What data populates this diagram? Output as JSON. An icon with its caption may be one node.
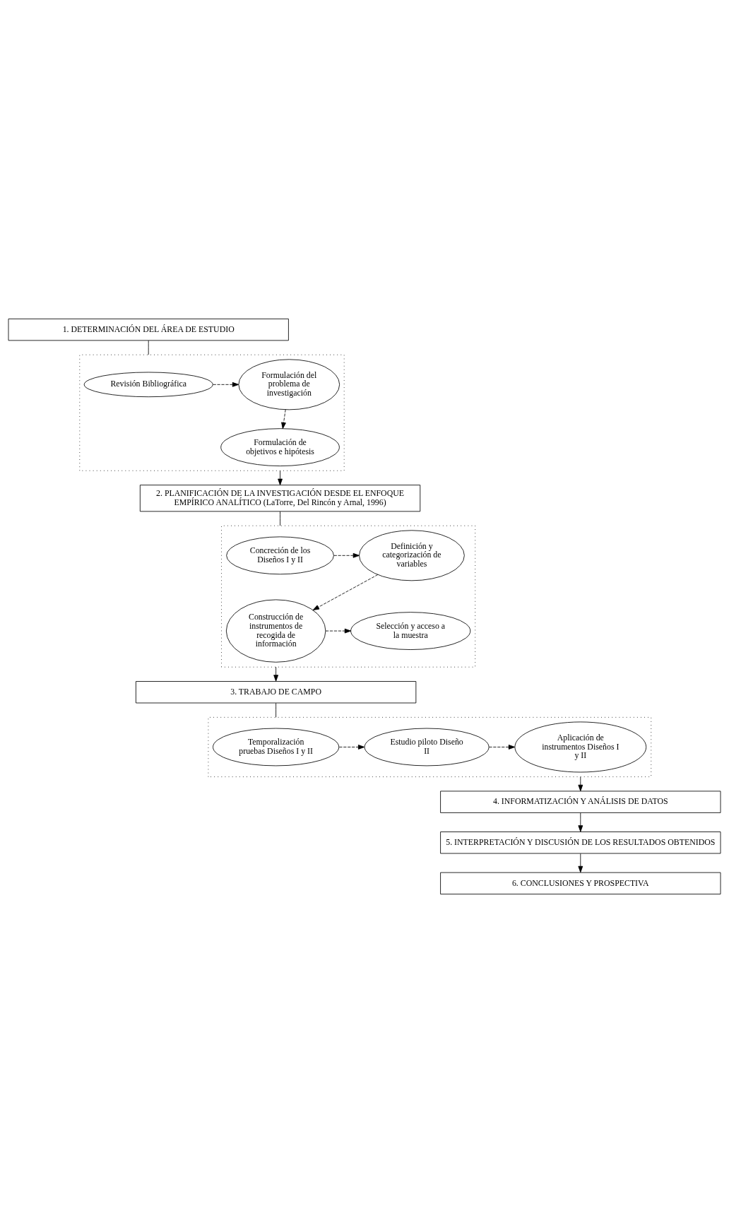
{
  "diagram": {
    "nodes": [
      {
        "text": [
          "1. DETERMINACIÓN DEL ÁREA DE ESTUDIO"
        ]
      },
      {
        "text": [],
        "shape": "box"
      },
      {
        "text": [
          "Revisión Bibliográfica"
        ],
        "in": 1
      },
      {
        "text": [
          "Formulación del problema de investigación"
        ],
        "in": 1
      },
      {
        "text": [
          "Formulación de objetivos e hipótesis"
        ],
        "in": 1
      },
      {
        "text": [
          "2. PLANIFICACIÓN DE LA INVESTIGACIÓN DESDE EL ENFOQUE EMPÍRICO ANALÍTICO (LaTorre, Del Rincón y Arnal, 1996)"
        ]
      },
      {
        "text": [],
        "shape": "box"
      },
      {
        "text": [
          "Concreción de los Diseños I y II"
        ],
        "in": 6
      },
      {
        "text": [
          "Definición y categorización de variables"
        ],
        "in": 6
      },
      {
        "text": [
          "Selección y acceso a la muestra"
        ],
        "in": 6
      },
      {
        "text": [
          "Construcción de instrumentos de recogida de información"
        ],
        "in": 6
      },
      {
        "text": [
          "3. TRABAJO DE CAMPO"
        ]
      },
      {
        "text": [],
        "shape": "box"
      },
      {
        "text": [
          "Temporalización pruebas Diseños I y II"
        ],
        "in": 12
      },
      {
        "text": [
          "Estudio piloto Diseño II"
        ],
        "in": 12
      },
      {
        "text": [
          "Aplicación de instrumentos Diseños I y II"
        ],
        "in": 12
      },
      {
        "text": [
          "4. INFORMATIZACIÓN Y ANÁLISIS DE DATOS"
        ]
      },
      {
        "text": [
          "5. INTERPRETACIÓN Y DISCUSIÓN DE LOS RESULTADOS OBTENIDOS"
        ]
      },
      {
        "text": [
          "6. CONCLUSIONES Y PROSPECTIVA"
        ]
      }
    ],
    "edges": [
      {
        "from": 0,
        "to": 1,
        "arrow": "none"
      },
      {
        "from": 2,
        "to": 3,
        "arrow": "to",
        "style": "dashed"
      },
      {
        "from": 3,
        "to": 4,
        "arrow": "to",
        "style": "dashed"
      },
      {
        "from": 1,
        "to": 5,
        "arrow": "to"
      },
      {
        "from": 5,
        "to": 6,
        "arrow": "none"
      },
      {
        "from": 7,
        "to": 8,
        "arrow": "to",
        "style": "dashed"
      },
      {
        "from": 8,
        "to": 10,
        "arrow": "to",
        "style": "dashed"
      },
      {
        "from": 10,
        "to": 9,
        "arrow": "to",
        "style": "dashed"
      },
      {
        "from": 6,
        "to": 11,
        "arrow": "to"
      },
      {
        "from": 11,
        "to": 12,
        "arrow": "none"
      },
      {
        "from": 13,
        "to": 14,
        "arrow": "to",
        "style": "dashed"
      },
      {
        "from": 14,
        "to": 15,
        "arrow": "to",
        "style": "dashed"
      },
      {
        "from": 12,
        "to": 16,
        "arrow": "to"
      },
      {
        "from": 16,
        "to": 17,
        "arrow": "to"
      },
      {
        "from": 17,
        "to": 18,
        "arrow": "to"
      }
    ]
  }
}
